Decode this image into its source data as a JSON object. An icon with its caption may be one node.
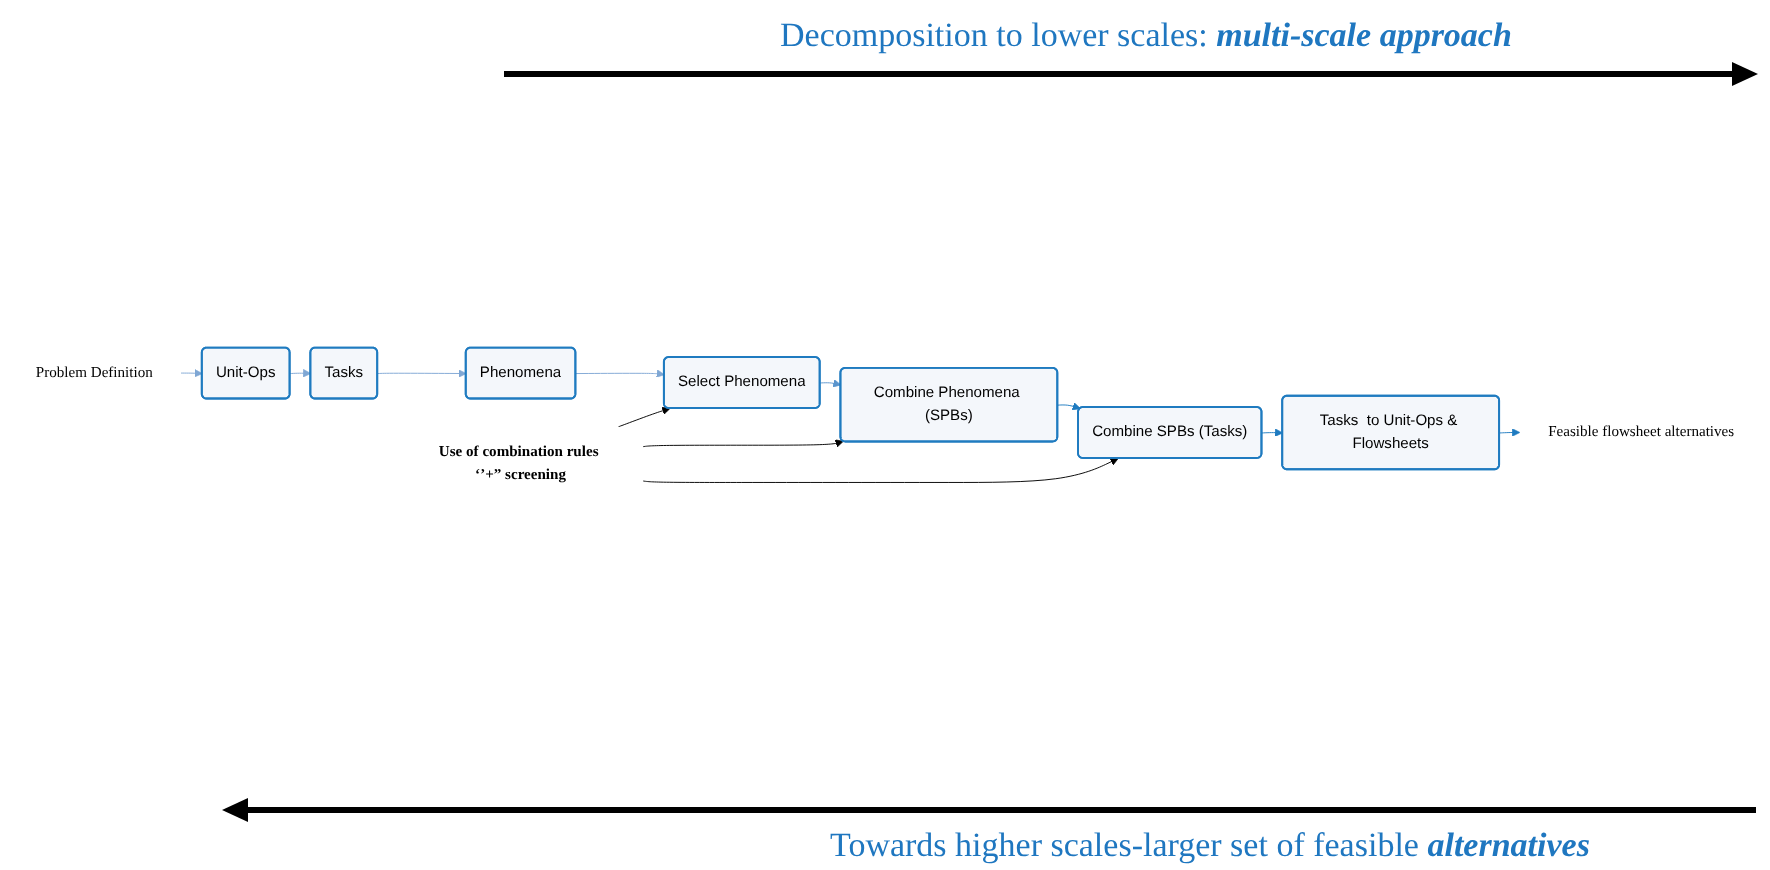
{
  "diagram": {
    "nodes": [
      {
        "text": [
          "Problem Definition"
        ]
      },
      {
        "text": [
          "Unit-Ops"
        ]
      },
      {
        "text": [
          "Tasks"
        ]
      },
      {
        "text": [
          "Phenomena"
        ]
      },
      {
        "text": [
          "Select Phenomena"
        ]
      },
      {
        "text": [
          "Combine Phenomena (SPBs)"
        ]
      },
      {
        "text": [
          "Combine SPBs (Tasks)"
        ]
      },
      {
        "text": [
          "Tasks  to Unit-Ops & Flowsheets"
        ]
      },
      {
        "text": [
          "Feasible flowsheet alternatives"
        ]
      },
      {
        "text": [
          "Use of combination rules ‘’+” screening"
        ]
      }
    ],
    "edges": [
      {
        "from": 0,
        "to": 1,
        "arrow": "to",
        "color": "#7fa7d4"
      },
      {
        "from": 1,
        "to": 2,
        "arrow": "to",
        "color": "#7fa7d4"
      },
      {
        "from": 2,
        "to": 3,
        "arrow": "to",
        "color": "#7fa7d4"
      },
      {
        "from": 3,
        "to": 4,
        "arrow": "to",
        "color": "#7fa7d4"
      },
      {
        "from": 4,
        "to": 5,
        "arrow": "to",
        "color": "#5b95cd"
      },
      {
        "from": 5,
        "to": 6,
        "arrow": "to",
        "color": "#1f7bc0"
      },
      {
        "from": 6,
        "to": 7,
        "arrow": "to",
        "color": "#1f7bc0"
      },
      {
        "from": 7,
        "to": 8,
        "arrow": "to",
        "color": "#1f7bc0"
      },
      {
        "from": 9,
        "to": 6,
        "arrow": "to",
        "color": "#000000"
      },
      {
        "from": 9,
        "to": 5,
        "arrow": "to",
        "color": "#000000"
      },
      {
        "from": 9,
        "to": 4,
        "arrow": "to",
        "color": "#000000"
      }
    ],
    "labels": [
      "Decomposition to lower scales: **multi-scale approach**",
      "Towards higher scales-larger set of feasible **alternatives**"
    ]
  }
}
